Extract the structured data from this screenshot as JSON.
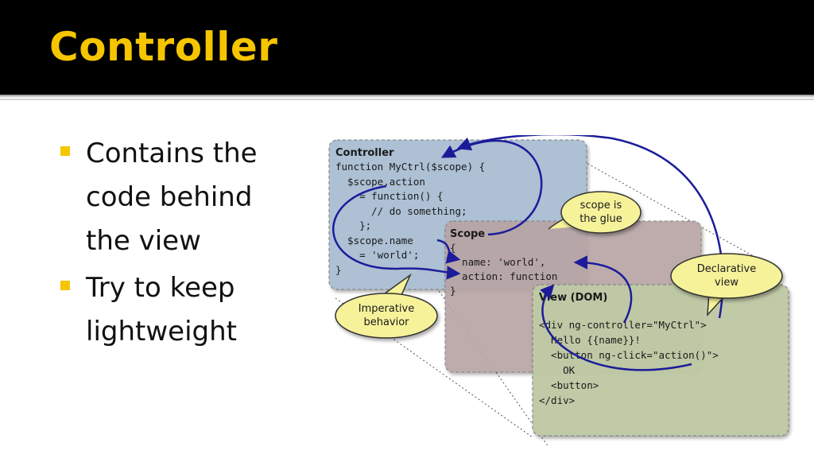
{
  "slide": {
    "title": "Controller",
    "bullets": [
      {
        "text": "Contains the code behind the view",
        "lines": [
          "Contains the",
          "code behind",
          "the view"
        ]
      },
      {
        "text": "Try to keep lightweight",
        "lines": [
          "Try to keep",
          "lightweight"
        ]
      }
    ],
    "accent_color": "#f5c500"
  },
  "diagram": {
    "controller": {
      "label": "Controller",
      "code": [
        "function MyCtrl($scope) {",
        "  $scope.action",
        "    = function() {",
        "      // do something;",
        "    };",
        "  $scope.name",
        "    = 'world';",
        "}"
      ]
    },
    "scope": {
      "label": "Scope",
      "code": [
        "{",
        "  name: 'world',",
        "  action: function",
        "}"
      ]
    },
    "view": {
      "label": "View (DOM)",
      "code": [
        "<div ng-controller=\"MyCtrl\">",
        "  Hello {{name}}!",
        "  <button ng-click=\"action()\">",
        "    OK",
        "  <button>",
        "</div>"
      ]
    },
    "callouts": {
      "scope_glue": [
        "scope is",
        "the glue"
      ],
      "imperative": [
        "Imperative",
        "behavior"
      ],
      "declarative": [
        "Declarative",
        "view"
      ]
    }
  }
}
